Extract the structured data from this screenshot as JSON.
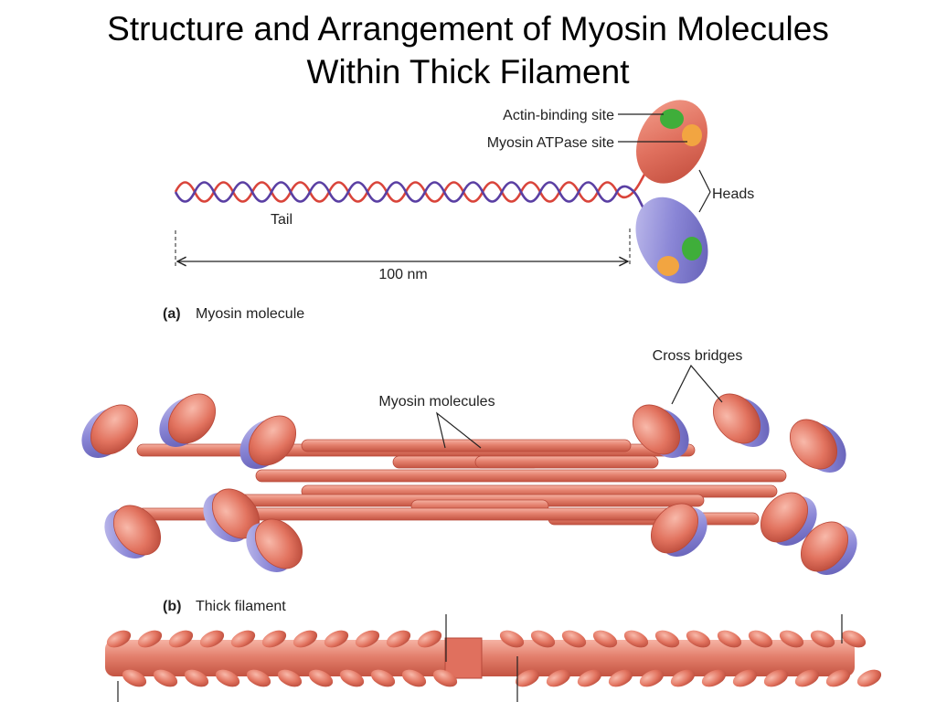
{
  "title": {
    "line1": "Structure and Arrangement of Myosin Molecules",
    "line2": "Within Thick Filament"
  },
  "panel_a": {
    "letter": "(a)",
    "caption": "Myosin molecule",
    "labels": {
      "actin_binding_site": "Actin-binding site",
      "atpase_site": "Myosin ATPase site",
      "heads": "Heads",
      "tail": "Tail",
      "length": "100 nm"
    }
  },
  "panel_b": {
    "letter": "(b)",
    "caption": "Thick filament",
    "labels": {
      "cross_bridges": "Cross bridges",
      "myosin_molecules": "Myosin molecules"
    }
  },
  "colors": {
    "myosin_red": "#e0705e",
    "myosin_red_dark": "#b8493a",
    "myosin_blue": "#8a86d6",
    "actin_site_green": "#3fae3a",
    "atpase_site_orange": "#f2a541",
    "strand_red": "#d9443a",
    "strand_purple": "#5a3fa3"
  }
}
